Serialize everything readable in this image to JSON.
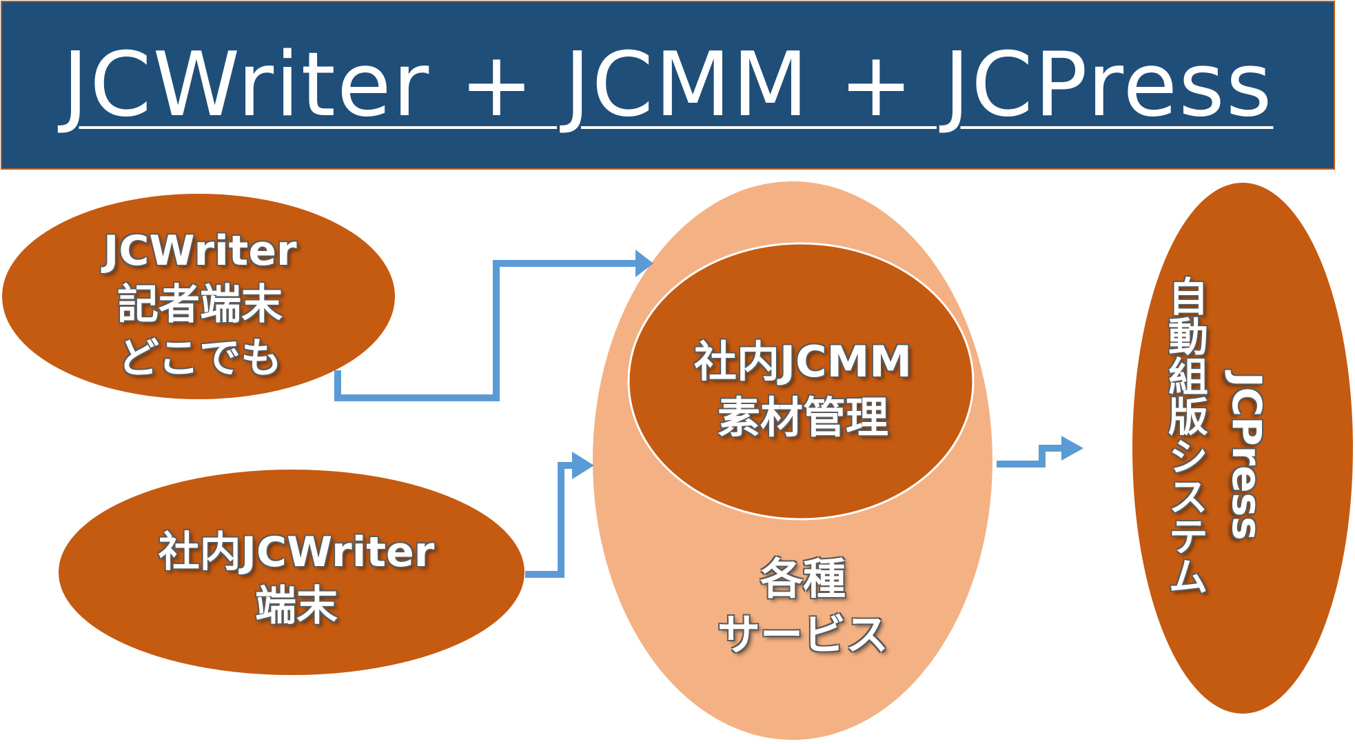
{
  "title": "JCWriter + JCMM + JCPress",
  "nodes": {
    "writer_remote": {
      "lines": [
        "JCWriter",
        "記者端末",
        "どこでも"
      ]
    },
    "writer_office": {
      "lines": [
        "社内JCWriter",
        "端末"
      ]
    },
    "jcmm": {
      "lines": [
        "社内JCMM",
        "素材管理"
      ]
    },
    "services": {
      "lines": [
        "各種",
        "サービス"
      ]
    },
    "press": {
      "name": "JCPress",
      "description": "自動組版システム"
    }
  },
  "colors": {
    "banner": "#1f4e79",
    "node_fill": "#c55a11",
    "outer_fill": "#f4b183",
    "arrow": "#5b9bd5",
    "text": "#ffffff"
  }
}
